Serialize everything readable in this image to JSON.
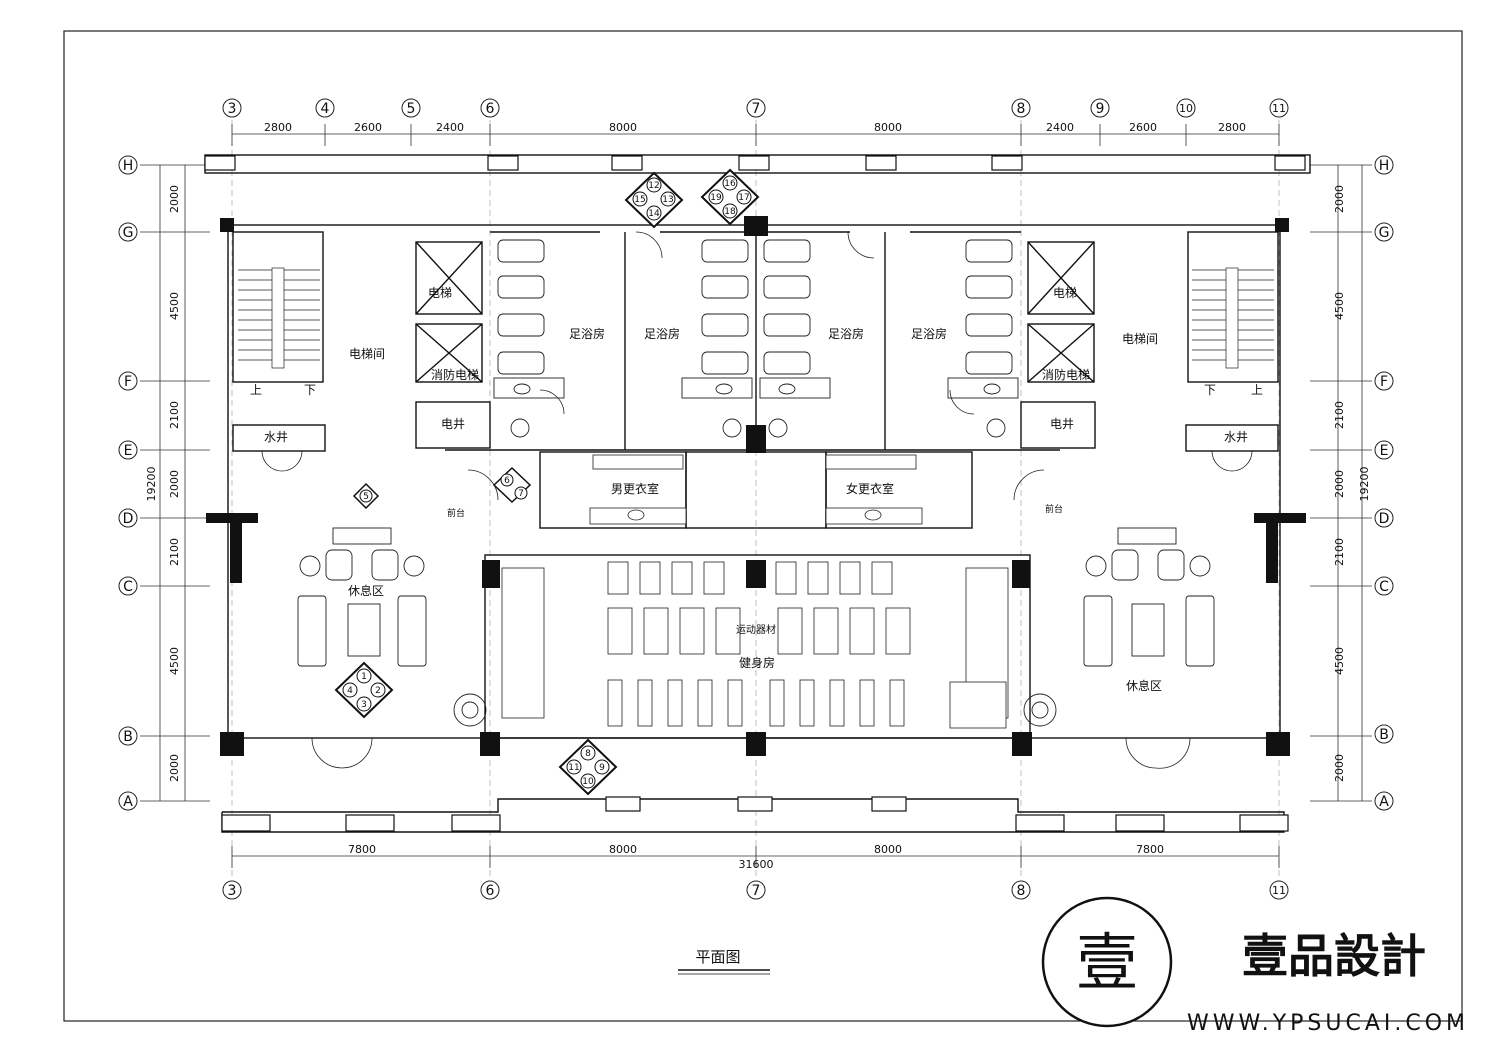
{
  "title": "平面图",
  "columns_top": [
    "3",
    "4",
    "5",
    "6",
    "7",
    "8",
    "9",
    "10",
    "11"
  ],
  "columns_bottom": [
    "3",
    "6",
    "7",
    "8",
    "11"
  ],
  "rows": [
    "H",
    "G",
    "F",
    "E",
    "D",
    "C",
    "B",
    "A"
  ],
  "dims_top": [
    "2800",
    "2600",
    "2400",
    "8000",
    "8000",
    "2400",
    "2600",
    "2800"
  ],
  "dims_bottom": [
    "7800",
    "8000",
    "8000",
    "7800"
  ],
  "dim_total_width": "31600",
  "dims_left": [
    "2000",
    "4500",
    "2100",
    "2000",
    "2100",
    "4500",
    "2000"
  ],
  "dims_right": [
    "2000",
    "4500",
    "2100",
    "2000",
    "2100",
    "4500",
    "2000"
  ],
  "dim_total_height": "19200",
  "rooms": {
    "elevator_hall": "电梯间",
    "elevator": "电梯",
    "fire_elevator": "消防电梯",
    "electric_shaft": "电井",
    "water_shaft": "水井",
    "foot_bath": "足浴房",
    "mens_locker": "男更衣室",
    "womens_locker": "女更衣室",
    "rest_area": "休息区",
    "gym": "健身房",
    "equipment": "运动器材",
    "reception": "前台",
    "stair_up": "上",
    "stair_down": "下"
  },
  "view_markers": [
    {
      "numbers": [
        "12",
        "15",
        "13",
        "14"
      ]
    },
    {
      "numbers": [
        "16",
        "19",
        "17",
        "18"
      ]
    },
    {
      "numbers": [
        "1",
        "4",
        "2",
        "3"
      ]
    },
    {
      "numbers": [
        "8",
        "11",
        "9",
        "10"
      ]
    },
    {
      "numbers": [
        "6",
        "7"
      ]
    },
    {
      "numbers": [
        "5"
      ]
    }
  ],
  "watermark": {
    "logo_char": "壹",
    "name": "壹品設計",
    "url": "WWW.YPSUCAI.COM"
  }
}
